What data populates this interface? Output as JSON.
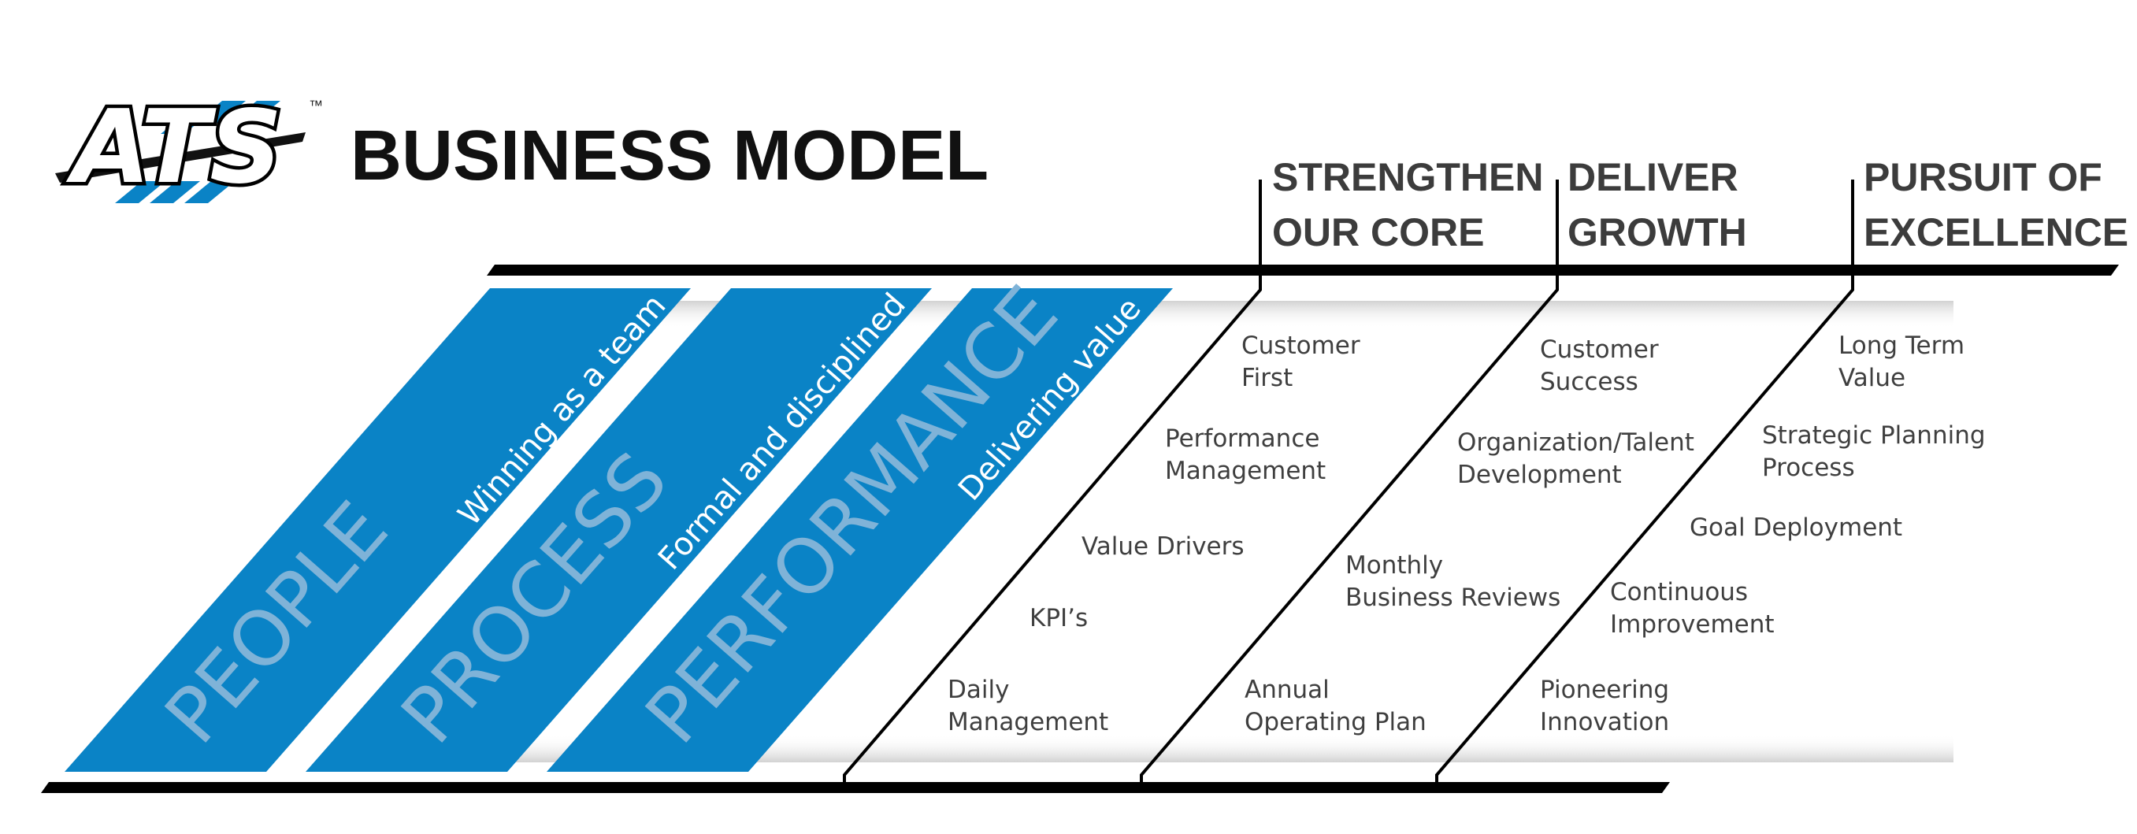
{
  "logo": {
    "text": "ATS",
    "trademark": "™"
  },
  "title": "BUSINESS MODEL",
  "columns": [
    {
      "line1": "STRENGTHEN",
      "line2": "OUR CORE"
    },
    {
      "line1": "DELIVER",
      "line2": "GROWTH"
    },
    {
      "line1": "PURSUIT OF",
      "line2": "EXCELLENCE"
    }
  ],
  "pillars": [
    {
      "word": "PEOPLE",
      "subtitle": "Winning as a team"
    },
    {
      "word": "PROCESS",
      "subtitle": "Formal and disciplined"
    },
    {
      "word": "PERFORMANCE",
      "subtitle": "Delivering value"
    }
  ],
  "strengthen_items": [
    {
      "line1": "Customer",
      "line2": "First"
    },
    {
      "line1": "Performance",
      "line2": "Management"
    },
    {
      "line1": "Value Drivers",
      "line2": ""
    },
    {
      "line1": "KPI’s",
      "line2": ""
    },
    {
      "line1": "Daily",
      "line2": "Management"
    }
  ],
  "growth_items": [
    {
      "line1": "Customer",
      "line2": "Success"
    },
    {
      "line1": "Organization/Talent",
      "line2": "Development"
    },
    {
      "line1": "Monthly",
      "line2": "Business Reviews"
    },
    {
      "line1": "Annual",
      "line2": "Operating Plan"
    }
  ],
  "excellence_items": [
    {
      "line1": "Long Term",
      "line2": "Value"
    },
    {
      "line1": "Strategic Planning",
      "line2": "Process"
    },
    {
      "line1": "Goal Deployment",
      "line2": ""
    },
    {
      "line1": "Continuous",
      "line2": "Improvement"
    },
    {
      "line1": "Pioneering",
      "line2": "Innovation"
    }
  ],
  "colors": {
    "pillar_blue": "#0a83c6",
    "pillar_word": "#7fb3d8",
    "logo_blue": "#0a83c6",
    "heading": "#3c3c3c",
    "item_text": "#3f3f3f",
    "rule": "#000000"
  }
}
